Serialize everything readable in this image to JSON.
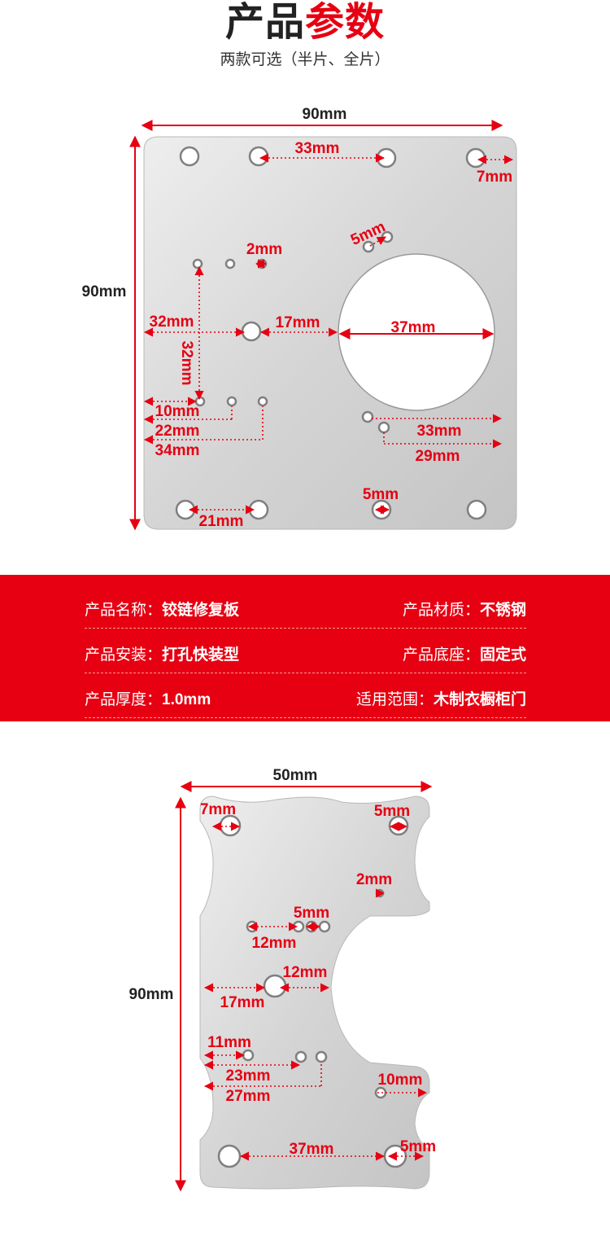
{
  "header": {
    "title_part1": "产品",
    "title_part2": "参数",
    "subtitle": "两款可选（半片、全片）"
  },
  "colors": {
    "accent_red": "#e60012",
    "plate_gray": "#d9d9d9",
    "text_dark": "#222222"
  },
  "full_plate": {
    "width_label": "90mm",
    "height_label": "90mm",
    "dims": {
      "d33": "33mm",
      "d7": "7mm",
      "d5a": "5mm",
      "d2": "2mm",
      "d32h": "32mm",
      "d32v": "32mm",
      "d17": "17mm",
      "d37": "37mm",
      "d10": "10mm",
      "d22": "22mm",
      "d34": "34mm",
      "d33b": "33mm",
      "d29": "29mm",
      "d5b": "5mm",
      "d21": "21mm"
    }
  },
  "specs": [
    {
      "left_label": "产品名称：",
      "left_value": "铰链修复板",
      "right_label": "产品材质：",
      "right_value": "不锈钢"
    },
    {
      "left_label": "产品安装：",
      "left_value": "打孔快装型",
      "right_label": "产品底座：",
      "right_value": "固定式"
    },
    {
      "left_label": "产品厚度：",
      "left_value": "1.0mm",
      "right_label": "适用范围：",
      "right_value": "木制衣橱柜门"
    }
  ],
  "half_plate": {
    "width_label": "50mm",
    "height_label": "90mm",
    "dims": {
      "d7": "7mm",
      "d5a": "5mm",
      "d2": "2mm",
      "d5b": "5mm",
      "d12a": "12mm",
      "d12b": "12mm",
      "d17": "17mm",
      "d11": "11mm",
      "d23": "23mm",
      "d27": "27mm",
      "d10": "10mm",
      "d37": "37mm",
      "d5c": "5mm"
    }
  }
}
